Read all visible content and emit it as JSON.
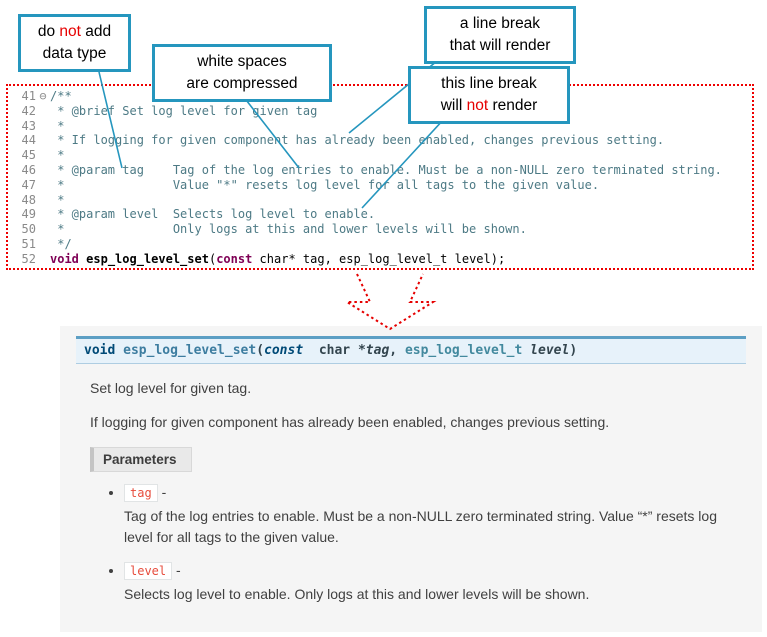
{
  "colors": {
    "callout_border": "#2596be",
    "annotation_red": "#e60000",
    "code_border_red": "#ee0000",
    "comment_color": "#4d7a85",
    "keyword_color": "#7f0055",
    "doc_header_bg": "#e7f2fa",
    "doc_header_border": "#5d9fc4",
    "literal_red": "#e74c3c",
    "doc_bg": "#f5f5f5"
  },
  "callouts": [
    {
      "name": "no-data-type",
      "lines": [
        [
          {
            "t": "do "
          },
          {
            "t": "not",
            "red": true
          },
          {
            "t": " add"
          }
        ],
        [
          {
            "t": "data type"
          }
        ]
      ]
    },
    {
      "name": "whitespace-compressed",
      "lines": [
        [
          {
            "t": "white spaces"
          }
        ],
        [
          {
            "t": "are  compressed"
          }
        ]
      ]
    },
    {
      "name": "line-break-renders",
      "lines": [
        [
          {
            "t": "a line break"
          }
        ],
        [
          {
            "t": "that will render"
          }
        ]
      ]
    },
    {
      "name": "line-break-no-render",
      "lines": [
        [
          {
            "t": "this line break"
          }
        ],
        [
          {
            "t": "will "
          },
          {
            "t": "not",
            "red": true
          },
          {
            "t": " render"
          }
        ]
      ]
    }
  ],
  "code": {
    "fold_icon": "⊖",
    "lines": [
      {
        "num": "41",
        "fold": true,
        "segments": [
          {
            "t": "/**",
            "c": "com"
          }
        ]
      },
      {
        "num": "42",
        "fold": false,
        "segments": [
          {
            "t": " * @brief Set log level for given tag",
            "c": "com"
          }
        ]
      },
      {
        "num": "43",
        "fold": false,
        "segments": [
          {
            "t": " *",
            "c": "com"
          }
        ]
      },
      {
        "num": "44",
        "fold": false,
        "segments": [
          {
            "t": " * If logging for given component has already been enabled, changes previous setting.",
            "c": "com"
          }
        ]
      },
      {
        "num": "45",
        "fold": false,
        "segments": [
          {
            "t": " *",
            "c": "com"
          }
        ]
      },
      {
        "num": "46",
        "fold": false,
        "segments": [
          {
            "t": " * @param tag    Tag of the log entries to enable. Must be a non-NULL zero terminated string.",
            "c": "com"
          }
        ]
      },
      {
        "num": "47",
        "fold": false,
        "segments": [
          {
            "t": " *               Value \"*\" resets log level for all tags to the given value.",
            "c": "com"
          }
        ]
      },
      {
        "num": "48",
        "fold": false,
        "segments": [
          {
            "t": " *",
            "c": "com"
          }
        ]
      },
      {
        "num": "49",
        "fold": false,
        "segments": [
          {
            "t": " * @param level  Selects log level to enable.",
            "c": "com"
          }
        ]
      },
      {
        "num": "50",
        "fold": false,
        "segments": [
          {
            "t": " *               Only logs at this and lower levels will be shown.",
            "c": "com"
          }
        ]
      },
      {
        "num": "51",
        "fold": false,
        "segments": [
          {
            "t": " */",
            "c": "com"
          }
        ]
      },
      {
        "num": "52",
        "fold": false,
        "segments": [
          {
            "t": "void",
            "c": "kw"
          },
          {
            "t": " ",
            "c": "pl"
          },
          {
            "t": "esp_log_level_set",
            "c": "fn"
          },
          {
            "t": "(",
            "c": "pl"
          },
          {
            "t": "const",
            "c": "kw"
          },
          {
            "t": " char* tag, esp_log_level_t level);",
            "c": "pl"
          }
        ]
      }
    ]
  },
  "doc": {
    "signature": [
      {
        "t": "void",
        "c": "kw"
      },
      {
        "t": " ",
        "c": "pl"
      },
      {
        "t": "esp_log_level_set",
        "c": "name"
      },
      {
        "t": "(",
        "c": "pl"
      },
      {
        "t": "const",
        "c": "kwit"
      },
      {
        "t": "  ",
        "c": "pl"
      },
      {
        "t": "char",
        "c": "pl"
      },
      {
        "t": " *",
        "c": "pl"
      },
      {
        "t": "tag",
        "c": "param"
      },
      {
        "t": ", ",
        "c": "pl"
      },
      {
        "t": "esp_log_level_t",
        "c": "type"
      },
      {
        "t": " ",
        "c": "pl"
      },
      {
        "t": "level",
        "c": "param"
      },
      {
        "t": ")",
        "c": "pl"
      }
    ],
    "brief": "Set log level for given tag.",
    "description": "If logging for given component has already been enabled, changes previous setting.",
    "parameters_label": "Parameters",
    "params": [
      {
        "name": "tag",
        "sep": "-",
        "desc": "Tag of the log entries to enable. Must be a non-NULL zero terminated string. Value “*” resets log level for all tags to the given value."
      },
      {
        "name": "level",
        "sep": "-",
        "desc": "Selects log level to enable. Only logs at this and lower levels will be shown."
      }
    ]
  }
}
